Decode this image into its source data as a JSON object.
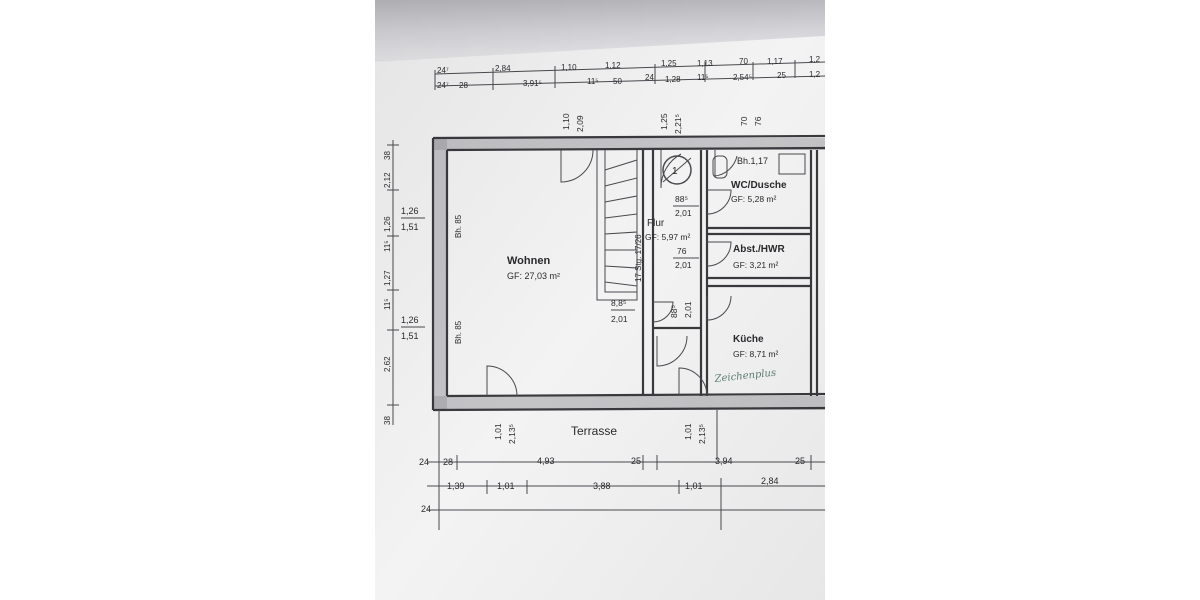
{
  "rooms": [
    {
      "name": "Wohnen",
      "area": "GF: 27,03 m²"
    },
    {
      "name": "Flur",
      "area": "GF: 5,97 m²"
    },
    {
      "name": "WC/Dusche",
      "area": "GF:  5,28 m²"
    },
    {
      "name": "Abst./HWR",
      "area": "GF:  3,21 m²"
    },
    {
      "name": "Küche",
      "area": "GF: 8,71 m²"
    },
    {
      "name": "Terrasse",
      "area": ""
    }
  ],
  "annotations": {
    "bh_wc": "Bh.1,17",
    "bh_left_top": "Bh. 85",
    "bh_left_bottom": "Bh. 85",
    "stairs": "17 Stg. 17/26",
    "circle_marker": "1",
    "stamp": "Zeichenplus"
  },
  "door_sizes": {
    "top_wohnen": [
      "1,10",
      "2,09"
    ],
    "top_flur": [
      "1,25",
      "2,21⁵"
    ],
    "top_wc": [
      "70",
      "76"
    ],
    "wc_door": [
      "88⁵",
      "2,01"
    ],
    "hwr_door": [
      "76",
      "2,01"
    ],
    "flur_left": [
      "8,8⁵",
      "2,01"
    ],
    "flur_right": [
      "88⁵",
      "2,01"
    ],
    "terr_left": [
      "1,01",
      "2,13⁵"
    ],
    "terr_right": [
      "1,01",
      "2,13⁵"
    ]
  },
  "window_sizes": {
    "left_top": [
      "1,26",
      "1,51"
    ],
    "left_bottom": [
      "1,26",
      "1,51"
    ]
  },
  "dimensions": {
    "top_row1": [
      "24⁷",
      "2,84",
      "1,10",
      "1,12",
      "1,25",
      "1,13",
      "70",
      "1,17",
      "1,2"
    ],
    "top_row2": [
      "24⁷",
      "28",
      "3,91⁵",
      "11⁵",
      "50",
      "24",
      "1,28",
      "11⁵",
      "2,54⁵",
      "25",
      "1,2"
    ],
    "left_col": [
      "38",
      "2,12",
      "1,26",
      "11⁵",
      "1,27",
      "11⁵",
      "2,62",
      "38"
    ],
    "bottom_row1": [
      "24",
      "28",
      "4,93",
      "25",
      "3,94",
      "25"
    ],
    "bottom_row2": [
      "1,39",
      "1,01",
      "3,88",
      "1,01",
      "2,84"
    ],
    "bottom_row3": [
      "24"
    ]
  }
}
